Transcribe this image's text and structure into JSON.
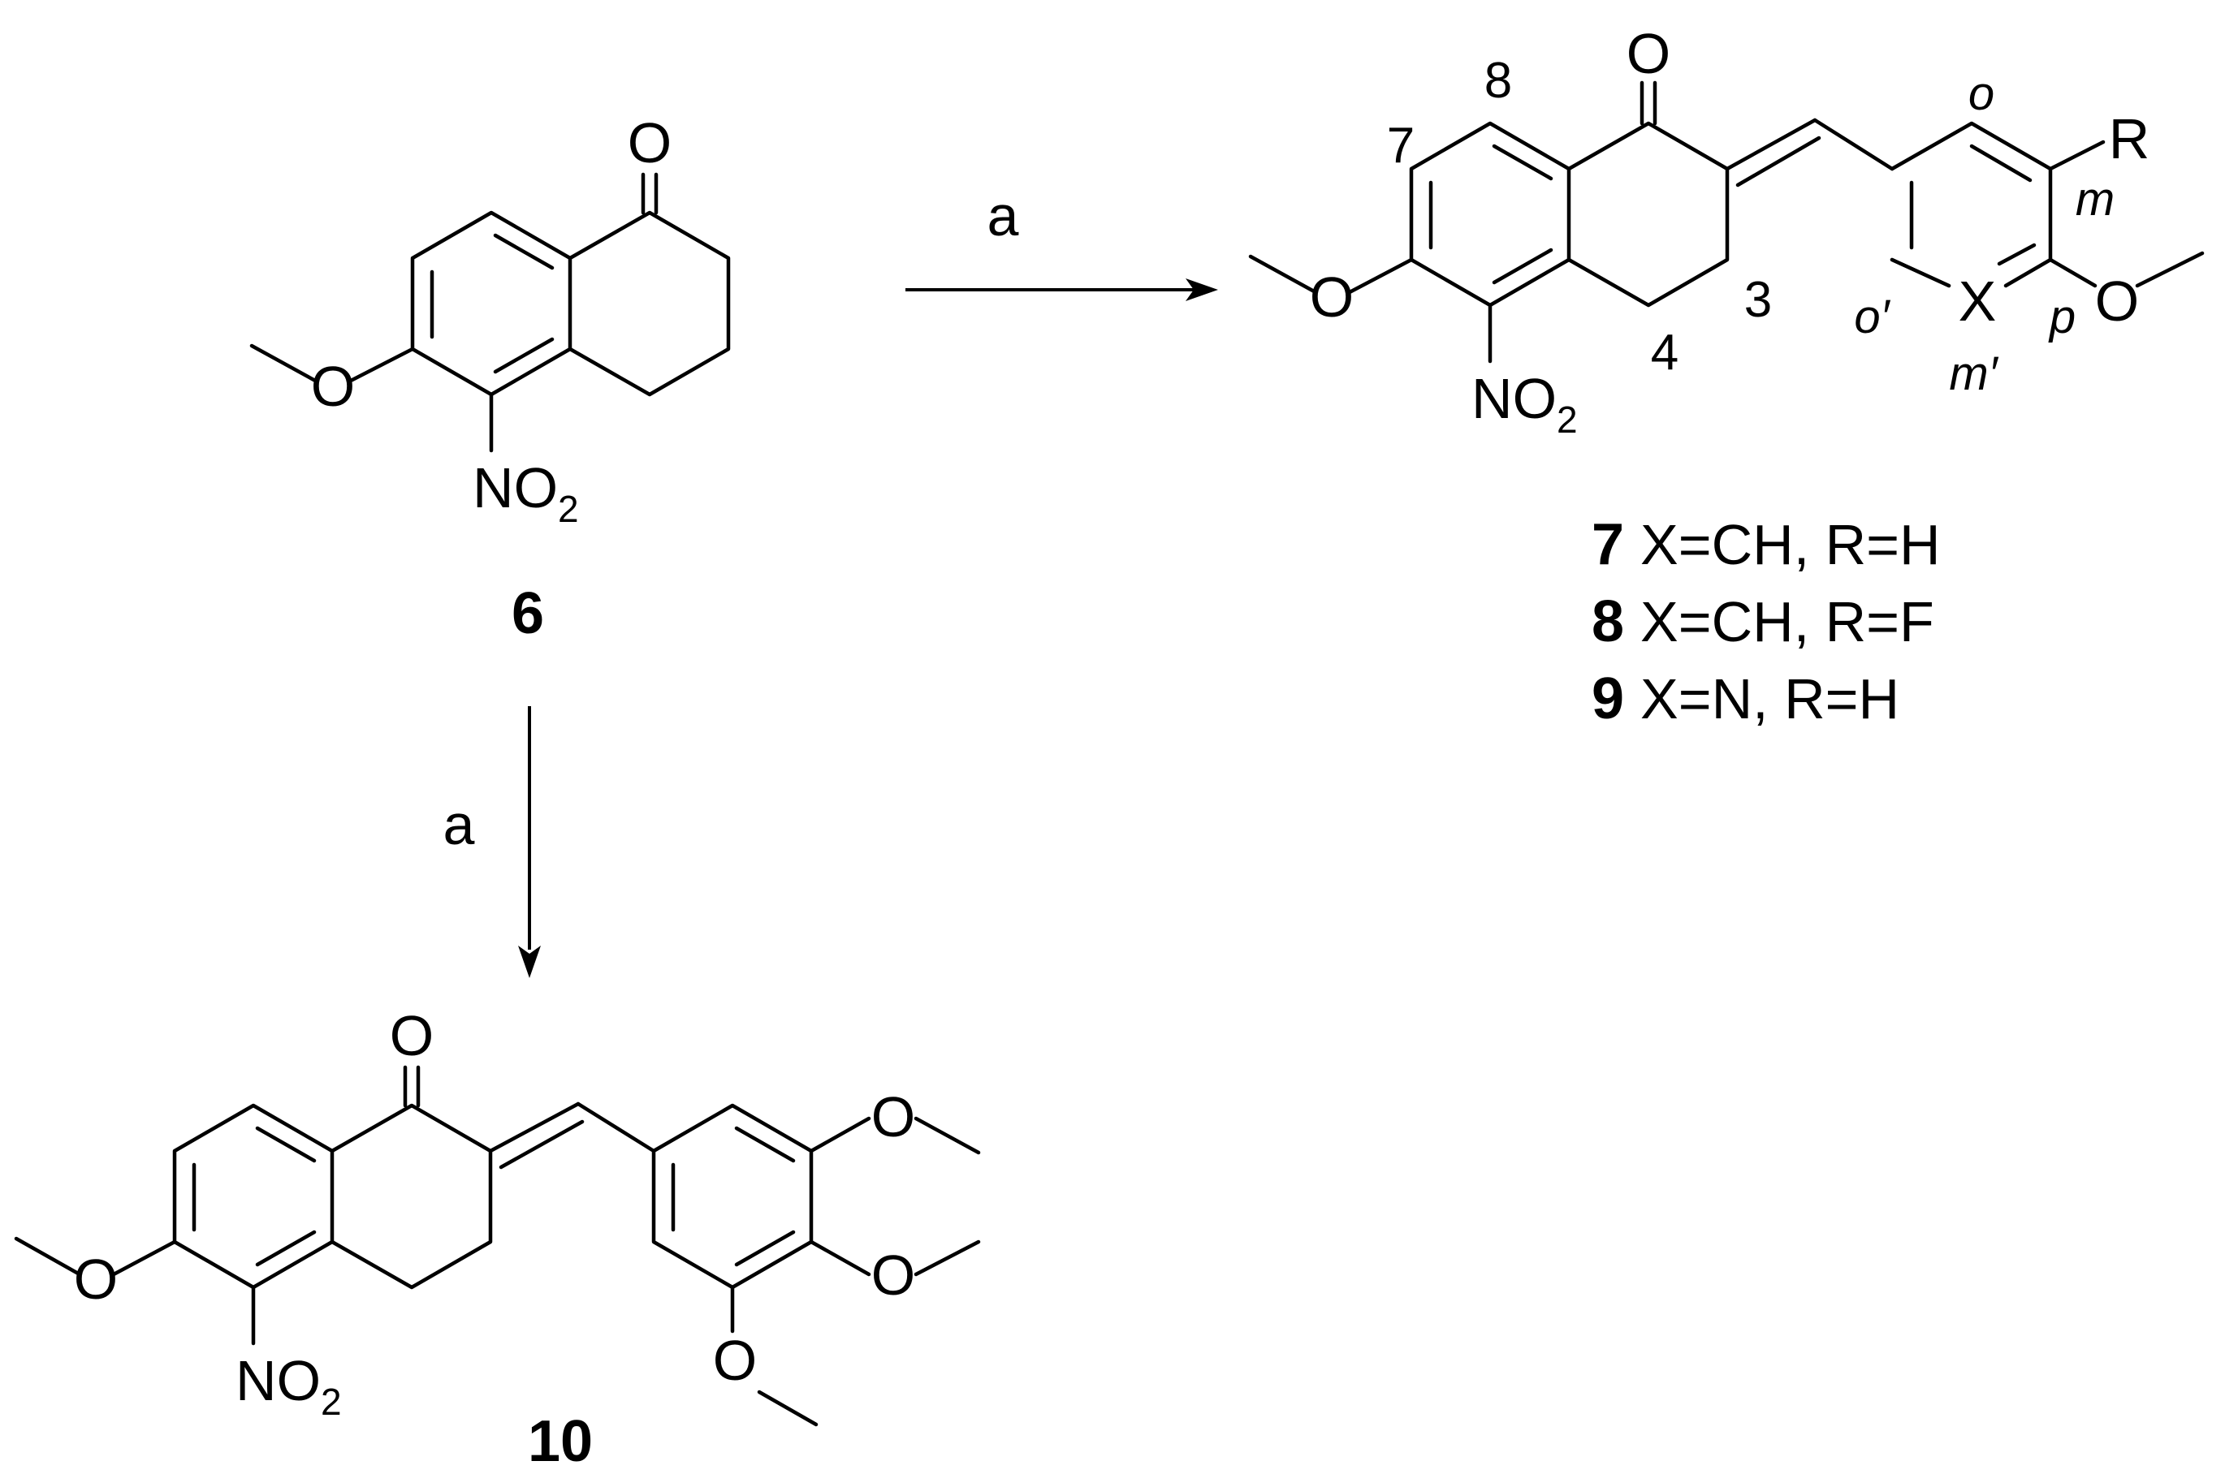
{
  "compound6": {
    "o": "O",
    "ome_o": "O",
    "n": "N",
    "o2": "O",
    "two": "2",
    "id": "6"
  },
  "compound7": {
    "o": "O",
    "ome_o": "O",
    "n": "N",
    "o2": "O",
    "two": "2",
    "pos8": "8",
    "pos7": "7",
    "pos3": "3",
    "pos4": "4",
    "r": "R",
    "x": "X",
    "ome_o2": "O",
    "o_pos": "o",
    "m_pos": "m",
    "o_prime": "o′",
    "p_pos": "p",
    "m_prime": "m′"
  },
  "variants": [
    {
      "id": "7",
      "text": "X=CH, R=H"
    },
    {
      "id": "8",
      "text": "X=CH, R=F"
    },
    {
      "id": "9",
      "text": "X=N, R=H"
    }
  ],
  "compound10": {
    "o": "O",
    "ome_o": "O",
    "n": "N",
    "o2": "O",
    "two": "2",
    "ome3": "O",
    "ome4": "O",
    "ome5": "O",
    "id": "10"
  },
  "arrows": {
    "right_label": "a",
    "down_label": "a"
  }
}
